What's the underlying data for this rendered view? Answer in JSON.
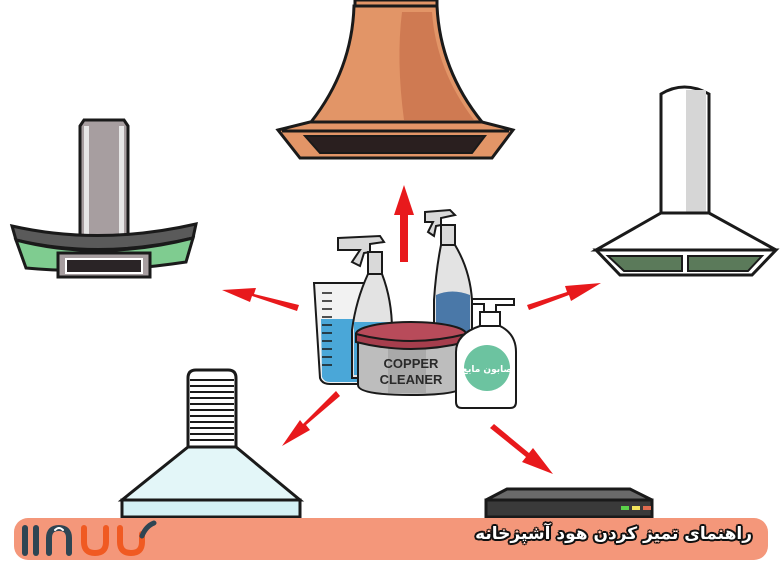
{
  "title": "راهنمای تمیز کردن هود آشپزخانه",
  "brand": {
    "logo_name": "lnuu-logo",
    "banner_color": "#f4977a",
    "logo_dark": "#2e4553",
    "logo_accent": "#f05a22"
  },
  "center_products": {
    "tin_label_line1": "COPPER",
    "tin_label_line2": "CLEANER",
    "soap_label": "صابون مایع"
  },
  "hoods": [
    {
      "name": "copper-chimney-hood",
      "color": "#e29567"
    },
    {
      "name": "green-curved-hood",
      "color": "#7fcc90"
    },
    {
      "name": "white-pyramid-hood",
      "color": "#ffffff"
    },
    {
      "name": "ribbed-duct-hood",
      "color": "#d7f2f5"
    },
    {
      "name": "slim-undercabinet-hood",
      "color": "#4a4a4a"
    }
  ],
  "arrow_color": "#e8191c"
}
